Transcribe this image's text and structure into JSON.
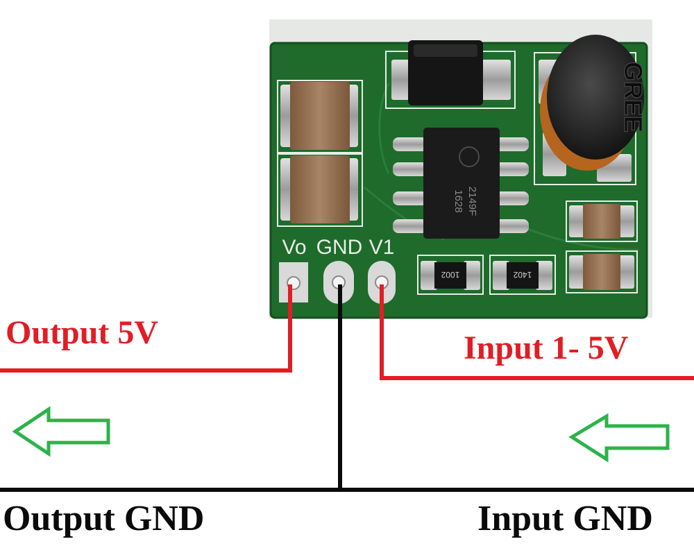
{
  "board": {
    "pin_labels": [
      "Vo",
      "GND",
      "V1"
    ],
    "ic_marking": [
      "2149F",
      "1628"
    ],
    "resistor_markings": [
      "1002",
      "1402"
    ],
    "inductor_marking": "GREE"
  },
  "labels": {
    "output_voltage": "Output 5V",
    "input_voltage": "Input 1- 5V",
    "output_ground": "Output GND",
    "input_ground": "Input GND"
  },
  "colors": {
    "positive_wire": "#e01e25",
    "ground_wire": "#0a0a0a",
    "flow_arrow": "#2cb34a",
    "pcb_green": "#1e6b2c",
    "silkscreen": "#e8efe6"
  },
  "icons": {
    "flow_arrows": [
      "arrow-left-icon",
      "arrow-left-icon"
    ]
  }
}
